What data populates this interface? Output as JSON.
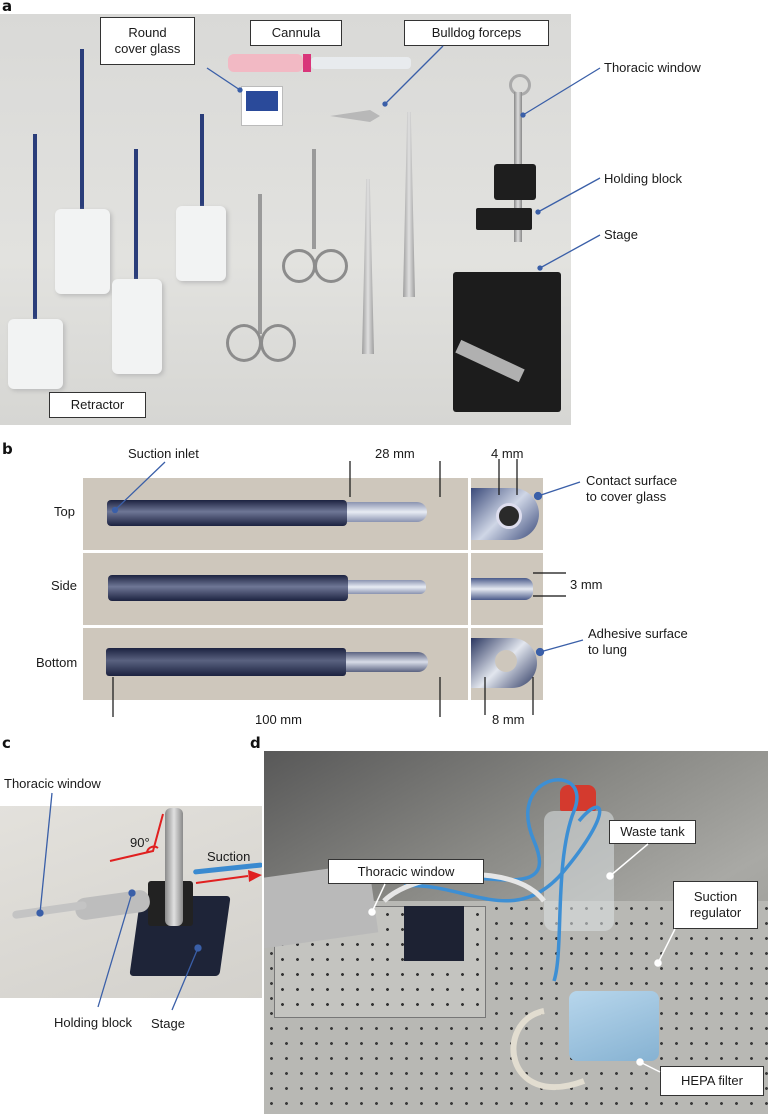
{
  "panels": {
    "a": {
      "letter": "a",
      "labels": {
        "round_cover_glass": "Round\ncover glass",
        "round_cover_glass_l1": "Round",
        "round_cover_glass_l2": "cover glass",
        "cannula": "Cannula",
        "bulldog_forceps": "Bulldog forceps",
        "thoracic_window": "Thoracic window",
        "holding_block": "Holding block",
        "stage": "Stage",
        "retractor": "Retractor"
      }
    },
    "b": {
      "letter": "b",
      "row_labels": [
        "Top",
        "Side",
        "Bottom"
      ],
      "annotations": {
        "suction_inlet": "Suction inlet",
        "dim_28": "28 mm",
        "dim_100": "100 mm",
        "dim_4": "4 mm",
        "dim_3": "3 mm",
        "dim_8": "8 mm",
        "contact_surface_l1": "Contact surface",
        "contact_surface_l2": "to cover glass",
        "adhesive_surface_l1": "Adhesive surface",
        "adhesive_surface_l2": "to lung"
      }
    },
    "c": {
      "letter": "c",
      "labels": {
        "thoracic_window": "Thoracic window",
        "angle": "90°",
        "suction": "Suction",
        "holding_block": "Holding block",
        "stage": "Stage"
      }
    },
    "d": {
      "letter": "d",
      "labels": {
        "waste_tank": "Waste tank",
        "thoracic_window": "Thoracic window",
        "suction_regulator_l1": "Suction",
        "suction_regulator_l2": "regulator",
        "hepa_filter": "HEPA filter"
      }
    }
  },
  "colors": {
    "leader_line": "#3a5fa8",
    "angle_marker": "#e02020",
    "photo_bg_a": "#d8d8d6",
    "photo_bg_b": "#cfc8bd",
    "photo_bg_c": "#dcdad6",
    "photo_bg_d": "#8e8e8c"
  }
}
